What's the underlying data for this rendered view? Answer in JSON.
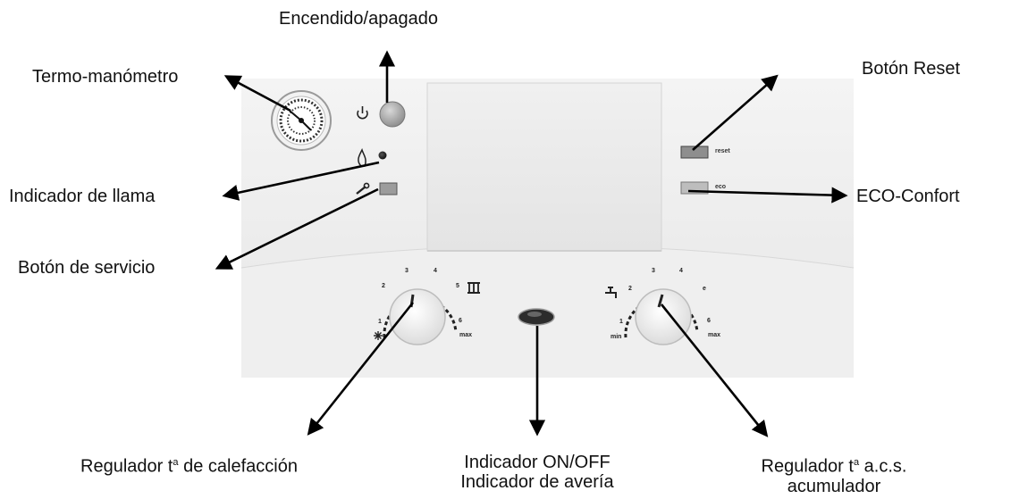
{
  "labels": {
    "power": "Encendido/apagado",
    "gauge": "Termo-manómetro",
    "reset": "Botón Reset",
    "flame": "Indicador de llama",
    "eco": "ECO-Confort",
    "service": "Botón de servicio",
    "heating_reg_pre": "Regulador t",
    "heating_reg_sup": "a",
    "heating_reg_post": " de calefacción",
    "indicator_line1": "Indicador ON/OFF",
    "indicator_line2": "Indicador de avería",
    "dhw_reg_pre": "Regulador t",
    "dhw_reg_sup": "a",
    "dhw_reg_post": " a.c.s.",
    "dhw_reg_line2": "acumulador"
  },
  "panel": {
    "reset_button_text": "reset",
    "eco_button_text": "eco",
    "heating_dial_ticks": [
      "1",
      "2",
      "3",
      "4",
      "5",
      "6",
      "max"
    ],
    "dhw_dial_ticks": [
      "min",
      "1",
      "2",
      "3",
      "4",
      "e",
      "6",
      "max"
    ]
  },
  "icons": {
    "power": "power-icon",
    "flame": "flame-icon",
    "service": "wrench-icon",
    "radiator": "radiator-icon",
    "snowflake": "snowflake-icon",
    "tap": "tap-icon"
  }
}
